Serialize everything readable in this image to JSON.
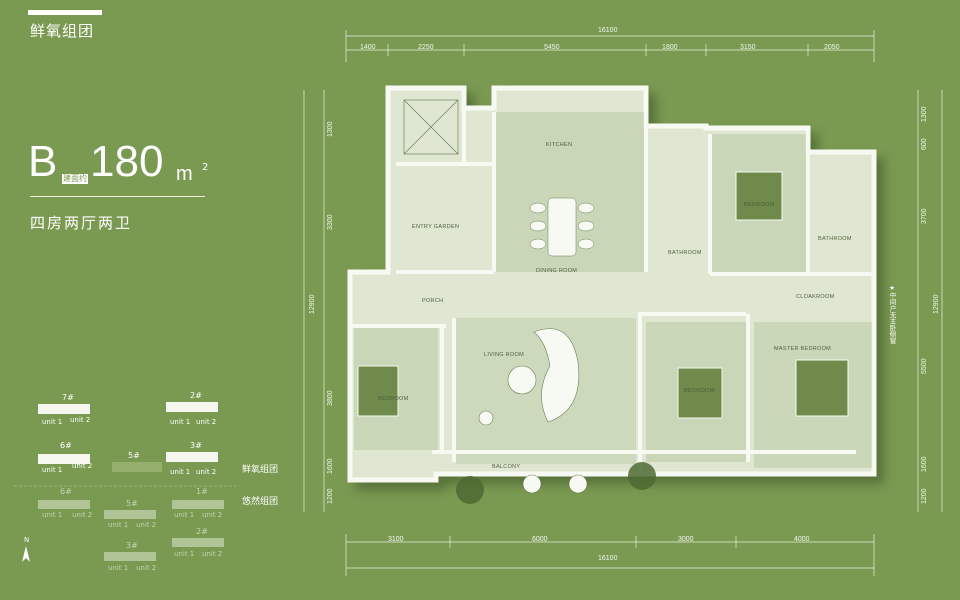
{
  "header": {
    "group_name": "鲜氧组团"
  },
  "unit": {
    "type_letter": "B",
    "approx_label": "建面约",
    "area_value": "180",
    "area_unit": "m",
    "area_sup": "2",
    "layout_desc": "四房两厅两卫"
  },
  "sitemap": {
    "groups": [
      {
        "label": "鲜氧组团"
      },
      {
        "label": "悠然组团"
      }
    ],
    "buildings": [
      {
        "id": "7#",
        "units": [
          "unit 1",
          "unit 2"
        ]
      },
      {
        "id": "2#",
        "units": [
          "unit 1",
          "unit 2"
        ]
      },
      {
        "id": "6#",
        "units": [
          "unit 1",
          "unit 2"
        ]
      },
      {
        "id": "5#",
        "units": []
      },
      {
        "id": "3#",
        "units": [
          "unit 1",
          "unit 2"
        ]
      },
      {
        "id": "6#",
        "units": [
          "unit 1",
          "unit 2"
        ]
      },
      {
        "id": "5#",
        "units": [
          "unit 1",
          "unit 2"
        ]
      },
      {
        "id": "1#",
        "units": [
          "unit 1",
          "unit 2"
        ]
      },
      {
        "id": "2#",
        "units": [
          "unit 1",
          "unit 2"
        ]
      },
      {
        "id": "3#",
        "units": [
          "unit 1",
          "unit 2"
        ]
      }
    ],
    "compass": "N"
  },
  "plan": {
    "top_total": "16100",
    "top_dims": [
      "1400",
      "2250",
      "5450",
      "1800",
      "3150",
      "2050"
    ],
    "bottom_dims": [
      "3100",
      "6000",
      "3000",
      "4000"
    ],
    "bottom_total": "16100",
    "left_total": "12900",
    "left_dims": [
      "1300",
      "3300",
      "3800",
      "1600",
      "1200"
    ],
    "right_total": "12900",
    "right_dims": [
      "1300",
      "600",
      "3700",
      "5500",
      "1600",
      "1200"
    ],
    "rooms": {
      "kitchen": "KITCHEN",
      "entry_garden": "ENTRY GARDEN",
      "dining": "DINING ROOM",
      "porch": "PORCH",
      "living": "LIVING ROOM",
      "bedroom1": "BEDROOM",
      "bedroom2": "BEDROOM",
      "bedroom3": "BEDROOM",
      "master": "MASTER BEDROOM",
      "bathroom1": "BATHROOM",
      "bathroom2": "BATHROOM",
      "cloakroom": "CLOAKROOM",
      "balcony": "BALCONY"
    },
    "side_note": "★中间户无主卧侧窗"
  }
}
